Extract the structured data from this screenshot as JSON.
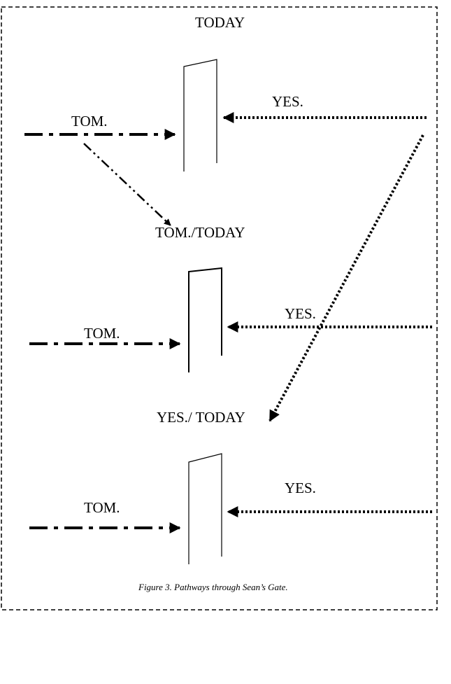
{
  "diagram": {
    "labels": {
      "today": "TODAY",
      "tom_1": "TOM.",
      "yes_1": "YES.",
      "tom_today": "TOM./TODAY",
      "tom_2": "TOM.",
      "yes_2": "YES.",
      "yes_today": "YES./ TODAY",
      "tom_3": "TOM.",
      "yes_3": "YES."
    },
    "caption": "Figure 3. Pathways through Sean’s Gate."
  }
}
